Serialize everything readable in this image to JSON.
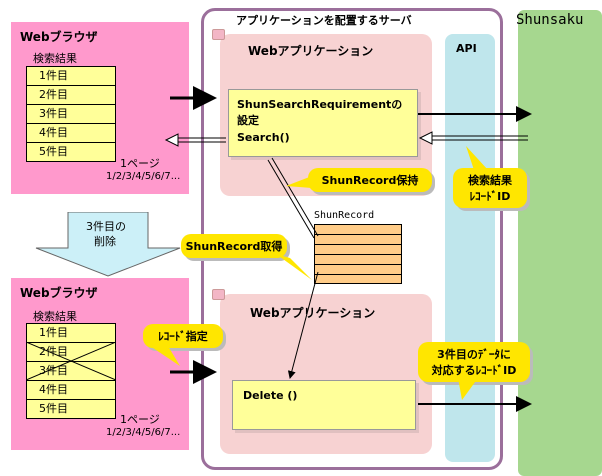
{
  "top_browser": {
    "title": "Webブラウザ",
    "results_label": "検索結果",
    "rows": [
      "1件目",
      "2件目",
      "3件目",
      "4件目",
      "5件目"
    ],
    "page_label": "1ページ",
    "pager": "1/2/3/4/5/6/7..."
  },
  "delete_note": {
    "line1": "3件目の",
    "line2": "削除"
  },
  "bottom_browser": {
    "title": "Webブラウザ",
    "results_label": "検索結果",
    "rows": [
      "1件目",
      "2件目",
      "3件目",
      "4件目",
      "5件目"
    ],
    "page_label": "1ページ",
    "pager": "1/2/3/4/5/6/7..."
  },
  "server": {
    "title": "アプリケーションを配置するサーバ"
  },
  "app_top": {
    "title": "Webアプリケーション",
    "line1": "ShunSearchRequirementの設定",
    "line2": "Search()"
  },
  "app_bottom": {
    "title": "Webアプリケーション",
    "line1": "Delete ()"
  },
  "api": {
    "label": "API"
  },
  "shunsaku": {
    "label": "Shunsaku"
  },
  "record": {
    "label": "ShunRecord"
  },
  "callouts": {
    "hold": "ShunRecord保持",
    "get": "ShunRecord取得",
    "specify": "ﾚｺｰﾄﾞ指定",
    "result_id_1": "検索結果",
    "result_id_2": "ﾚｺｰﾄﾞID",
    "delete_id_1": "3件目のﾃﾞｰﾀに",
    "delete_id_2": "対応するﾚｺｰﾄﾞID"
  },
  "colors": {
    "browser": "#ff99cc",
    "list": "#ffff99",
    "app": "#f7d2d2",
    "api": "#bfe6ec",
    "shunsaku": "#a6d78f",
    "callout": "#ffe600",
    "server_border": "#9b6f9b"
  }
}
